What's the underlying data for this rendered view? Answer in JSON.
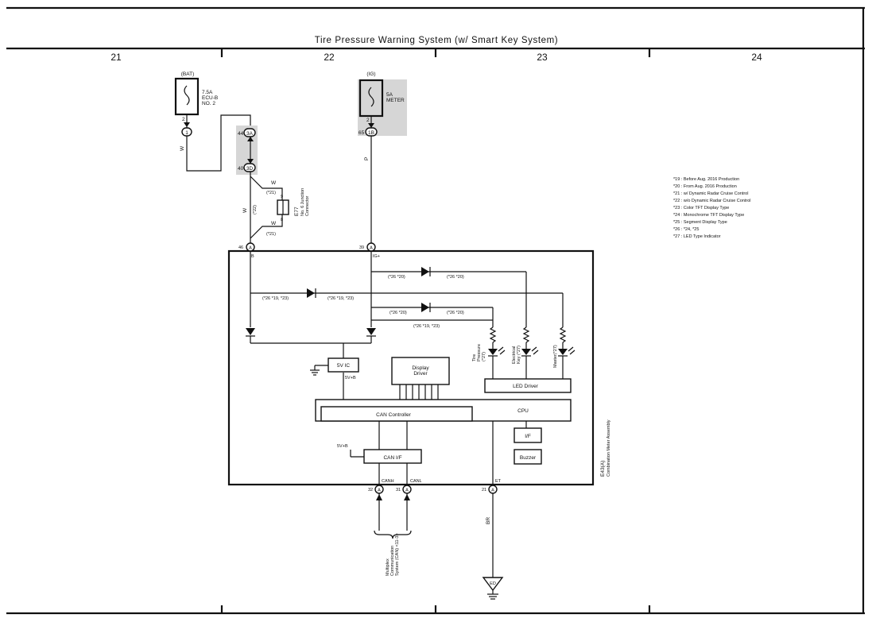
{
  "title": "Tire Pressure Warning System (w/ Smart Key System)",
  "columns": [
    "21",
    "22",
    "23",
    "24"
  ],
  "fuses": {
    "bat": {
      "source": "(BAT)",
      "rating": "7.5A",
      "name1": "ECU-B",
      "name2": "NO. 2",
      "pin": "2",
      "terminal": "1"
    },
    "ig": {
      "source": "(IG)",
      "rating": "5A",
      "name1": "METER",
      "pin": "2",
      "terminal": "1B"
    }
  },
  "connectors": {
    "c44": {
      "pin": "44",
      "id": "3A"
    },
    "c40": {
      "pin": "40",
      "id": "3D"
    },
    "c65": {
      "pin": "65"
    },
    "e77": {
      "id": "E77",
      "name1": "No. 6 Junction",
      "name2": "Connector",
      "pin_top": "9",
      "pin_bottom": "8"
    }
  },
  "wires": {
    "w1": "W",
    "w2": "W",
    "w3": "W",
    "w4": "W",
    "p": "P",
    "br": "BR"
  },
  "notes_inline": {
    "n21": "(*21)",
    "n22": "(*22)",
    "n21b": "(*21)",
    "n26_20a": "(*26 *20)",
    "n26_20b": "(*26 *20)",
    "n26_20c": "(*26 *20)",
    "n26_20d": "(*26 *20)",
    "n26_19_23a": "(*26 *19, *23)",
    "n26_19_23b": "(*26 *19, *23)",
    "n26_19_23c": "(*26 *19, *23)"
  },
  "meter": {
    "pin_b": "46",
    "label_b": "B",
    "pin_ig": "39",
    "label_ig": "IG+",
    "ic5v": "5V IC",
    "v5b": "5V+B",
    "v5b_2": "5V+B",
    "display_driver_1": "Display",
    "display_driver_2": "Driver",
    "led_driver": "LED Driver",
    "can_controller": "CAN Controller",
    "cpu": "CPU",
    "iif": "I/F",
    "buzzer": "Buzzer",
    "can_if": "CAN I/F",
    "canh": "CANH",
    "canl": "CANL",
    "et": "ET",
    "pin_canh": "32",
    "pin_canl": "31",
    "pin_et": "21",
    "led_tire_1": "Tire",
    "led_tire_2": "Pressure",
    "led_tire_3": "(*27)",
    "led_key_1": "Electrical",
    "led_key_2": "Key (*27)",
    "led_master": "Master(*27)",
    "assembly_1": "E43(A)",
    "assembly_2": "Combination Meter Assembly",
    "connector_letter": "A"
  },
  "multiplex": {
    "line1": "Multiplex",
    "line2": "Communication",
    "line3": "System (CAN) <11-3>"
  },
  "ground": "ED",
  "legend": [
    "*19 : Before Aug.  2016 Production",
    "*20 : From Aug.  2016 Production",
    "*21 : w/ Dynamic Radar Cruise Control",
    "*22 : w/o Dynamic Radar Cruise Control",
    "*23 : Color TFT Display Type",
    "*24 : Monochrome TFT Display Type",
    "*25 : Segment Display Type",
    "*26 : *24,  *25",
    "*27 : LED Type Indicator"
  ]
}
